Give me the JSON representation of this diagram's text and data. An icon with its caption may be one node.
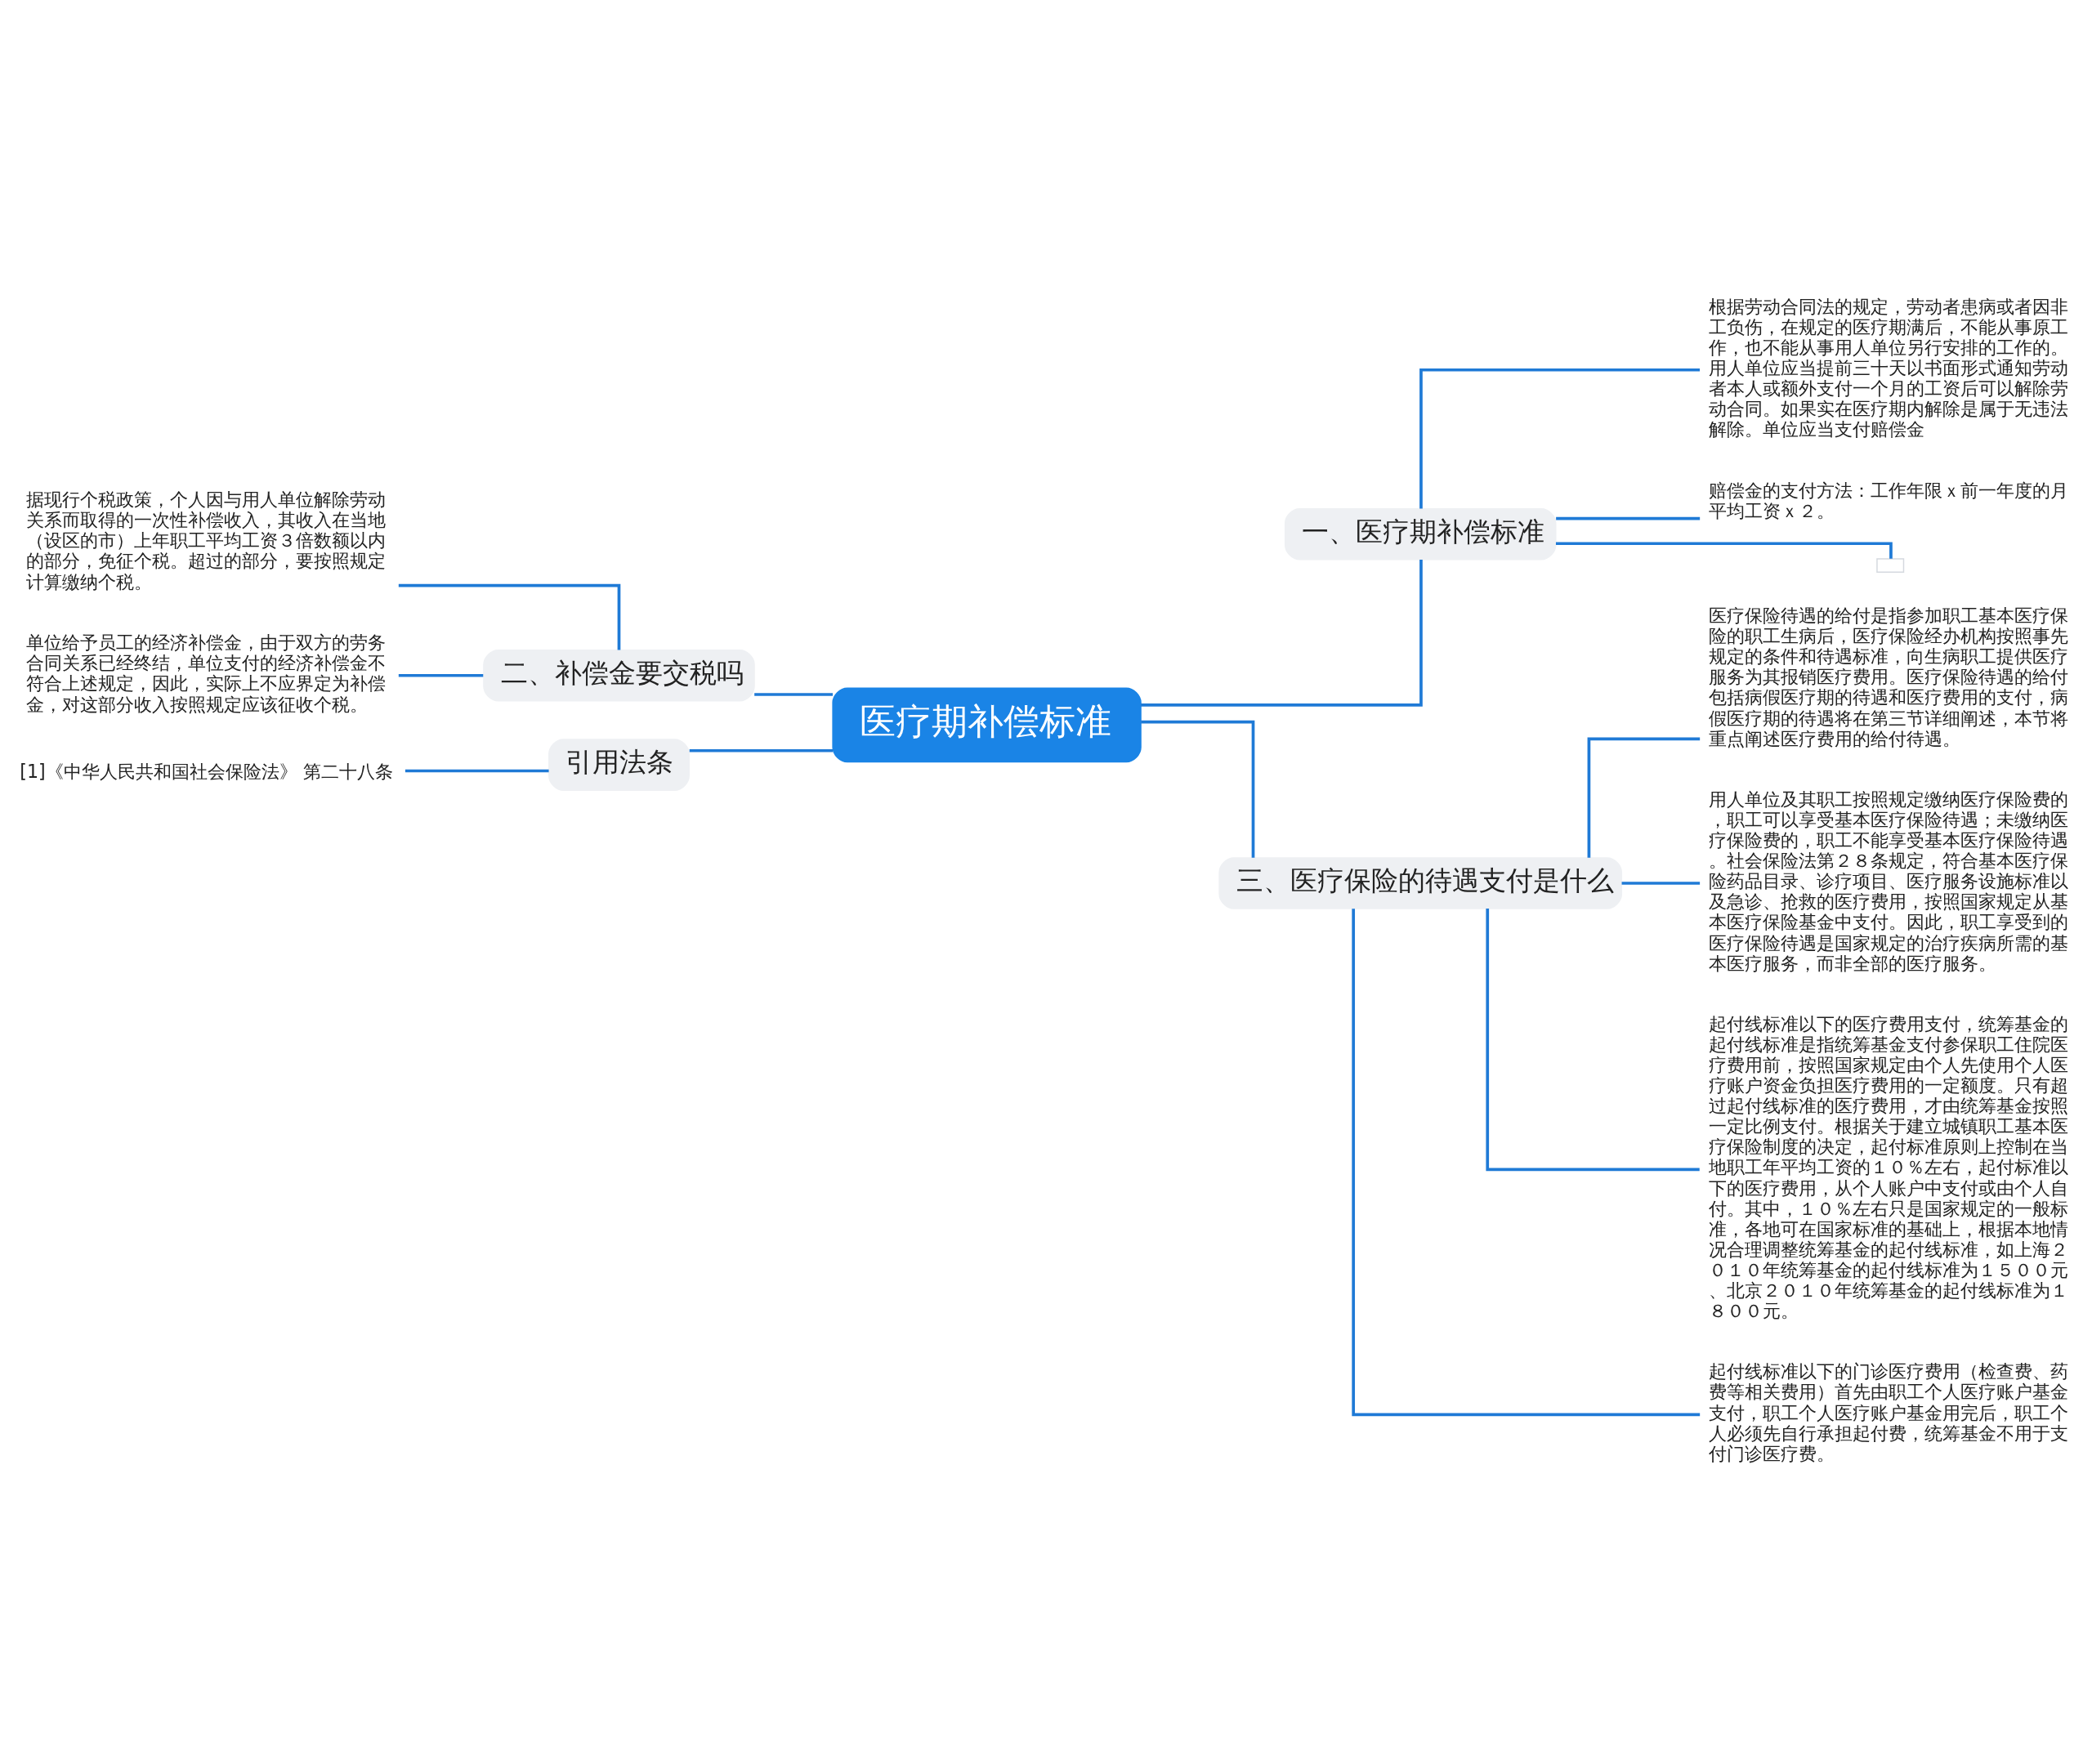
{
  "diagram": {
    "nodes": [
      {
        "text": [
          "医疗期补偿标准"
        ]
      },
      {
        "text": [
          "一、医疗期补偿标准"
        ]
      },
      {
        "text": [
          "根据劳动合同法的规定，劳动者患病或者因非工负伤，在规定的医疗期满后，不能从事原工作，也不能从事用人单位另行安排的工作的。用人单位应当提前三十天以书面形式通知劳动者本人或额外支付一个月的工资后可以解除劳动合同。如果实在医疗期内解除是属于无违法解除。单位应当支付赔偿金"
        ]
      },
      {
        "text": [
          "赔偿金的支付方法：工作年限ｘ前一年度的月平均工资ｘ２。"
        ]
      },
      {
        "text": [],
        "shape": "box"
      },
      {
        "text": [
          "二、补偿金要交税吗"
        ]
      },
      {
        "text": [
          "据现行个税政策，个人因与用人单位解除劳动关系而取得的一次性补偿收入，其收入在当地（设区的市）上年职工平均工资３倍数额以内的部分，免征个税。超过的部分，要按照规定计算缴纳个税。"
        ]
      },
      {
        "text": [
          "单位给予员工的经济补偿金，由于双方的劳务合同关系已经终结，单位支付的经济补偿金不符合上述规定，因此，实际上不应界定为补偿金，对这部分收入按照规定应该征收个税。"
        ]
      },
      {
        "text": [
          "引用法条"
        ]
      },
      {
        "text": [
          "[1]《中华人民共和国社会保险法》 第二十八条"
        ]
      },
      {
        "text": [
          "三、医疗保险的待遇支付是什么"
        ]
      },
      {
        "text": [
          "医疗保险待遇的给付是指参加职工基本医疗保险的职工生病后，医疗保险经办机构按照事先规定的条件和待遇标准，向生病职工提供医疗服务为其报销医疗费用。医疗保险待遇的给付包括病假医疗期的待遇和医疗费用的支付，病假医疗期的待遇将在第三节详细阐述，本节将重点阐述医疗费用的给付待遇。"
        ]
      },
      {
        "text": [
          "用人单位及其职工按照规定缴纳医疗保险费的，职工可以享受基本医疗保险待遇；未缴纳医疗保险费的，职工不能享受基本医疗保险待遇。社会保险法第２８条规定，符合基本医疗保险药品目录、诊疗项目、医疗服务设施标准以及急诊、抢救的医疗费用，按照国家规定从基本医疗保险基金中支付。因此，职工享受到的医疗保险待遇是国家规定的治疗疾病所需的基本医疗服务，而非全部的医疗服务。"
        ]
      },
      {
        "text": [
          "起付线标准以下的医疗费用支付，统筹基金的起付线标准是指统筹基金支付参保职工住院医疗费用前，按照国家规定由个人先使用个人医疗账户资金负担医疗费用的一定额度。只有超过起付线标准的医疗费用，才由统筹基金按照一定比例支付。根据关于建立城镇职工基本医疗保险制度的决定，起付标准原则上控制在当地职工年平均工资的１０％左右，起付标准以下的医疗费用，从个人账户中支付或由个人自付。其中，１０％左右只是国家规定的一般标准，各地可在国家标准的基础上，根据本地情况合理调整统筹基金的起付线标准，如上海２０１０年统筹基金的起付线标准为１５００元、北京２０１０年统筹基金的起付线标准为１８００元。"
        ]
      },
      {
        "text": [
          "起付线标准以下的门诊医疗费用（检查费、药费等相关费用）首先由职工个人医疗账户基金支付，职工个人医疗账户基金用完后，职工个人必须先自行承担起付费，统筹基金不用于支付门诊医疗费。"
        ]
      }
    ],
    "edges": [
      {
        "from": 0,
        "to": 1,
        "arrow": "none"
      },
      {
        "from": 1,
        "to": 2,
        "arrow": "none"
      },
      {
        "from": 1,
        "to": 3,
        "arrow": "none"
      },
      {
        "from": 1,
        "to": 4,
        "arrow": "none"
      },
      {
        "from": 0,
        "to": 5,
        "arrow": "none"
      },
      {
        "from": 5,
        "to": 6,
        "arrow": "none"
      },
      {
        "from": 5,
        "to": 7,
        "arrow": "none"
      },
      {
        "from": 0,
        "to": 8,
        "arrow": "none"
      },
      {
        "from": 8,
        "to": 9,
        "arrow": "none"
      },
      {
        "from": 0,
        "to": 10,
        "arrow": "none"
      },
      {
        "from": 10,
        "to": 11,
        "arrow": "none"
      },
      {
        "from": 10,
        "to": 12,
        "arrow": "none"
      },
      {
        "from": 10,
        "to": 13,
        "arrow": "none"
      },
      {
        "from": 10,
        "to": 14,
        "arrow": "none"
      }
    ]
  }
}
